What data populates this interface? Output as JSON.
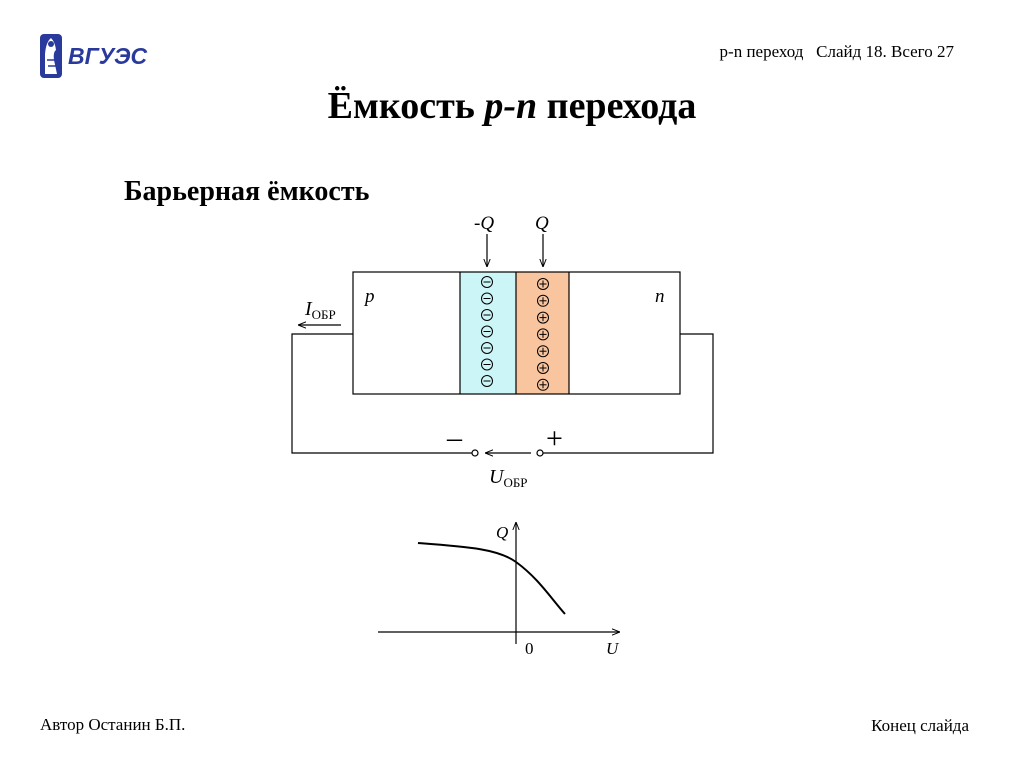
{
  "header": {
    "logo_text": "ВГУЭС",
    "slide_info": "p-n переход   Слайд 18. Всего 27"
  },
  "title": {
    "prefix": "Ёмкость ",
    "italic": "p-n",
    "suffix": " перехода"
  },
  "subtitle": "Барьерная ёмкость",
  "diagram": {
    "charge_neg_label": "-Q",
    "charge_pos_label": "Q",
    "region_p_label": "p",
    "region_n_label": "n",
    "current_symbol": "I",
    "current_subscript": "ОБР",
    "terminal_minus": "–",
    "terminal_plus": "+",
    "voltage_symbol": "U",
    "voltage_subscript": "ОБР",
    "neg_ion_count": 7,
    "pos_ion_count": 7,
    "colors": {
      "depletion_negative": "#ccf5f8",
      "depletion_positive": "#f9c59e",
      "logo": "#2a3a9c"
    }
  },
  "graph": {
    "y_label": "Q",
    "x_label": "U",
    "origin_label": "0"
  },
  "footer": {
    "author": "Автор Останин Б.П.",
    "end_link": "Конец слайда"
  }
}
